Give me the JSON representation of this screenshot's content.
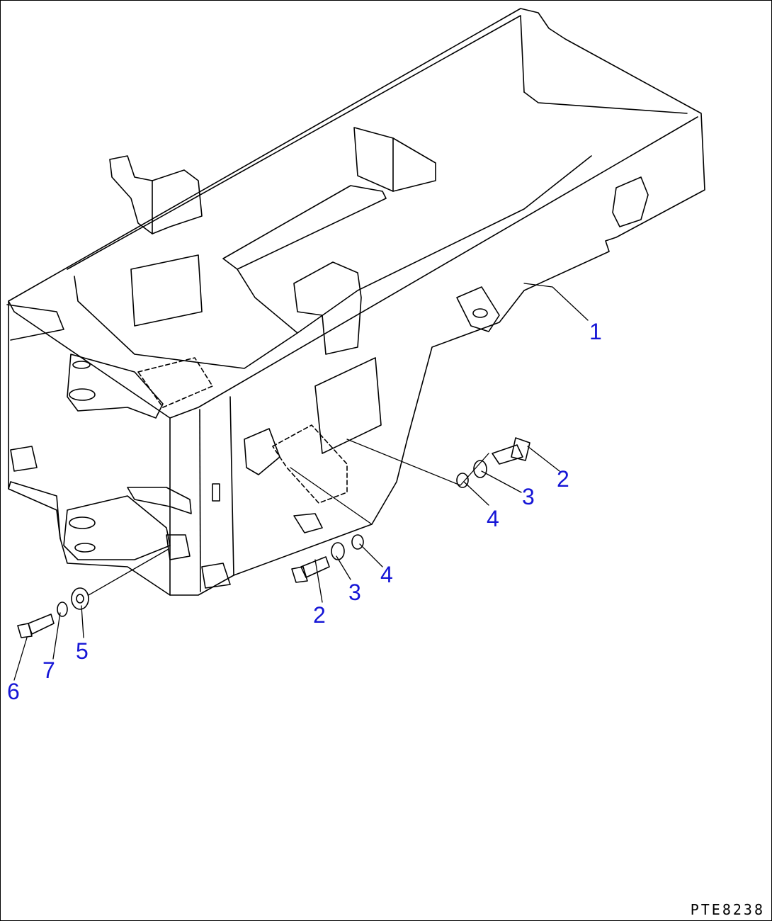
{
  "callouts": [
    {
      "id": "c1",
      "label": "1"
    },
    {
      "id": "c2a",
      "label": "2"
    },
    {
      "id": "c3a",
      "label": "3"
    },
    {
      "id": "c4a",
      "label": "4"
    },
    {
      "id": "c2b",
      "label": "2"
    },
    {
      "id": "c3b",
      "label": "3"
    },
    {
      "id": "c4b",
      "label": "4"
    },
    {
      "id": "c5",
      "label": "5"
    },
    {
      "id": "c6",
      "label": "6"
    },
    {
      "id": "c7",
      "label": "7"
    }
  ],
  "figure_code": "PTE8238",
  "colors": {
    "callout": "#1515d6",
    "line": "#000000",
    "background": "#ffffff"
  }
}
